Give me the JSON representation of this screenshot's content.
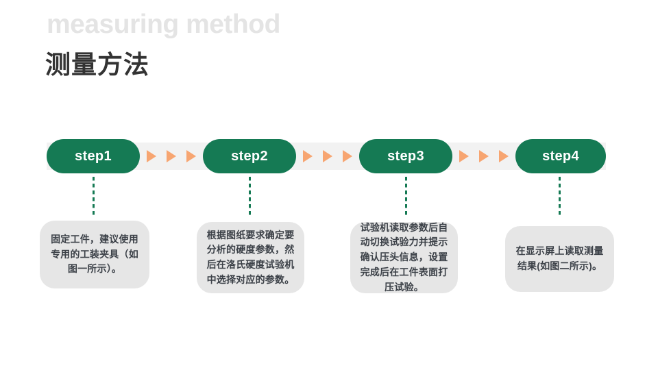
{
  "header": {
    "title_en": "measuring method",
    "title_cn": "测量方法",
    "color_en": "#e4e4e4",
    "color_cn": "#333333"
  },
  "palette": {
    "pill_green": "#157a54",
    "arrow_orange": "#f7a571",
    "track_gray": "#f2f2f2",
    "card_gray": "#e6e6e6",
    "card_text": "#3c4148",
    "background": "#ffffff"
  },
  "flow": {
    "arrow_icon": "triangle-right-icon",
    "arrows_per_group": 3,
    "steps": [
      {
        "label": "step1",
        "description": "固定工件，建议使用专用的工装夹具（如图一所示）。"
      },
      {
        "label": "step2",
        "description": "根据图纸要求确定要分析的硬度参数，然后在洛氏硬度试验机中选择对应的参数。"
      },
      {
        "label": "step3",
        "description": "试验机读取参数后自动切换试验力并提示确认压头信息，设置完成后在工件表面打压试验。"
      },
      {
        "label": "step4",
        "description": "在显示屏上读取测量结果(如图二所示)。"
      }
    ]
  }
}
